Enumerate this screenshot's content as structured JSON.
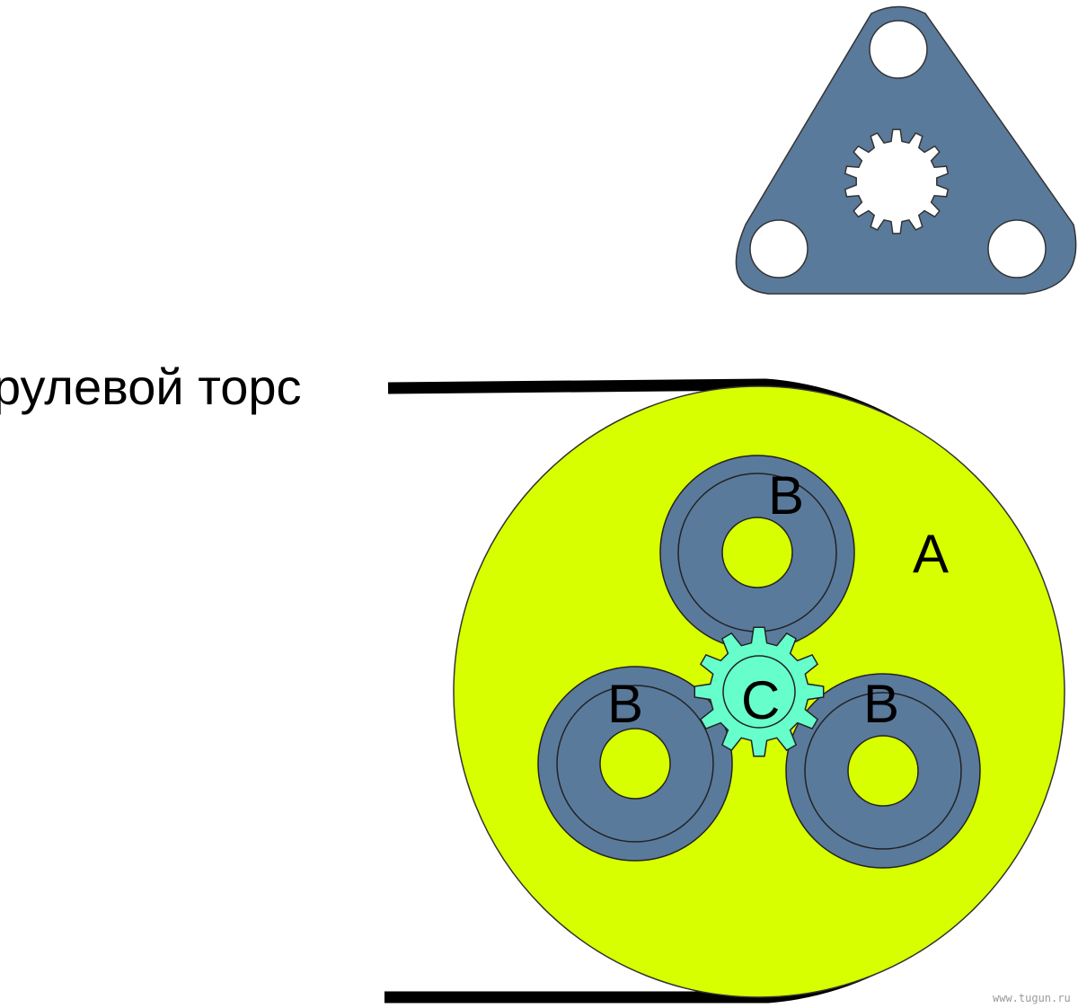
{
  "labels": {
    "torso": "рулевой торс",
    "ring": "A",
    "planet": "B",
    "sun": "C"
  },
  "watermark": "www.tugun.ru",
  "colors": {
    "ring_gear": "#d8ff00",
    "planet_gear": "#5a7a9b",
    "sun_gear": "#66ffcc",
    "carrier": "#5a7a9b",
    "belt": "#000000",
    "outline": "#222222"
  },
  "diagram": {
    "planet_count": 3,
    "sun_teeth": 12,
    "carrier_spline_teeth": 14
  }
}
